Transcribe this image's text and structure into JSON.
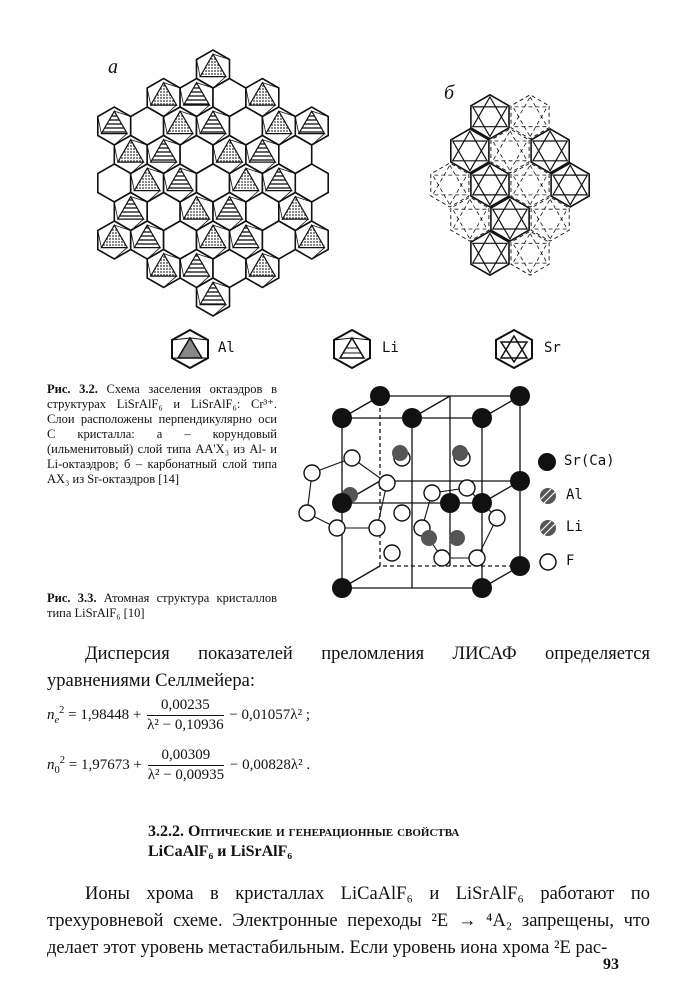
{
  "figure_3_2": {
    "panel_a_label": "а",
    "panel_b_label": "б",
    "legend": [
      {
        "label": "Al",
        "icon": "dotted-octahedron-icon"
      },
      {
        "label": "Li",
        "icon": "striped-octahedron-icon"
      },
      {
        "label": "Sr",
        "icon": "outline-octahedron-icon"
      }
    ],
    "caption": {
      "number": "Рис. 3.2.",
      "text": "Схема заселения октаэдров в структурах LiSrAlF₆ и LiSrAlF₆: Cr³⁺. Слои расположены перпендикулярно оси C кристалла: а – корундовый (ильменитовый) слой типа AA'X₃ из Al- и Li-октаэдров; б – карбонатный слой типа AX₃ из Sr-октаэдров [14]"
    }
  },
  "figure_3_3": {
    "legend": [
      {
        "label": "Sr(Ca)",
        "icon": "black-circle-icon"
      },
      {
        "label": "Al",
        "icon": "hatched-circle-icon"
      },
      {
        "label": "Li",
        "icon": "hatched-circle-icon"
      },
      {
        "label": "F",
        "icon": "open-circle-icon"
      }
    ],
    "caption": {
      "number": "Рис. 3.3.",
      "text": "Атомная структура кристаллов типа LiSrAlF₆ [10]"
    }
  },
  "paragraph_1": "Дисперсия показателей преломления ЛИСАФ определяется уравнениями Селлмейера:",
  "equations": [
    {
      "lhs": "n_e^2",
      "const": "1,98448",
      "num": "0,00235",
      "den": "λ² − 0,10936",
      "tail": "− 0,01057λ² ;"
    },
    {
      "lhs": "n_0^2",
      "const": "1,97673",
      "num": "0,00309",
      "den": "λ² − 0,00935",
      "tail": "− 0,00828λ² ."
    }
  ],
  "section": {
    "number": "3.2.2.",
    "title_line1": "Оптические и генерационные свойства",
    "title_line2": "LiCaAlF₆ и LiSrAlF₆"
  },
  "paragraph_2": "Ионы хрома в кристаллах LiCaAlF₆ и LiSrAlF₆ работают по трехуровневой схеме. Электронные переходы ²E → ⁴A₂ запрещены, что делает этот уровень метастабильным. Если уровень иона хрома ²E рас-",
  "page_number": "93"
}
